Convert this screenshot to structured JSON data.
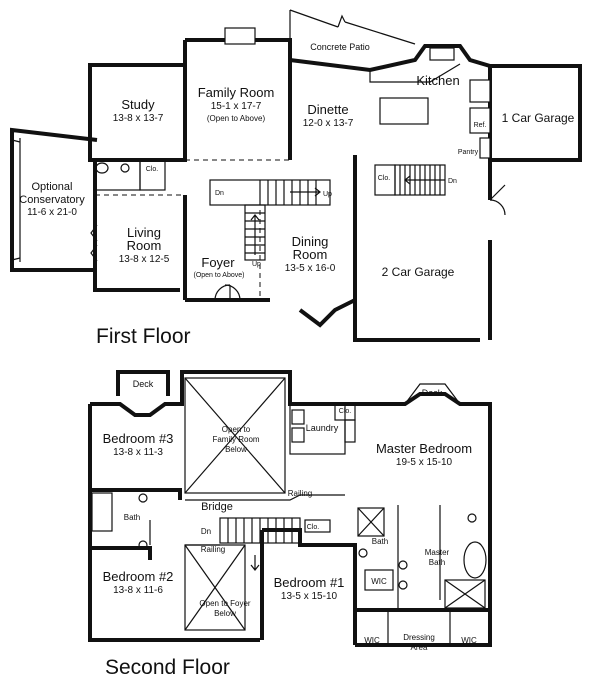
{
  "floors": {
    "first": {
      "title": "First Floor",
      "rooms": {
        "study": {
          "name": "Study",
          "dims": "13-8 x 13-7"
        },
        "family": {
          "name": "Family Room",
          "dims": "15-1 x 17-7",
          "note": "(Open to Above)"
        },
        "dinette": {
          "name": "Dinette",
          "dims": "12-0 x 13-7"
        },
        "kitchen": {
          "name": "Kitchen"
        },
        "patio": {
          "name": "Concrete Patio"
        },
        "garage1": {
          "name": "1 Car Garage"
        },
        "conservatory": {
          "line1": "Optional",
          "line2": "Conservatory",
          "dims": "11-6 x 21-0"
        },
        "living": {
          "line1": "Living",
          "line2": "Room",
          "dims": "13-8 x 12-5"
        },
        "foyer": {
          "name": "Foyer",
          "note": "(Open to Above)"
        },
        "dining": {
          "line1": "Dining",
          "line2": "Room",
          "dims": "13-5 x 16-0"
        },
        "garage2": {
          "name": "2 Car Garage"
        },
        "pantry": {
          "name": "Pantry"
        },
        "ref": {
          "name": "Ref."
        },
        "clo1": {
          "name": "Clo."
        },
        "clo2": {
          "name": "Clo."
        }
      },
      "stairs": {
        "up1": "Up",
        "up2": "Up",
        "dn1": "Dn",
        "dn2": "Dn"
      }
    },
    "second": {
      "title": "Second Floor",
      "rooms": {
        "deck1": {
          "name": "Deck"
        },
        "deck2": {
          "name": "Deck"
        },
        "bed3": {
          "name": "Bedroom #3",
          "dims": "13-8 x 11-3"
        },
        "open_family": {
          "line1": "Open to",
          "line2": "Family Room",
          "line3": "Below"
        },
        "laundry": {
          "name": "Laundry"
        },
        "clo3": {
          "name": "Clo."
        },
        "master": {
          "name": "Master Bedroom",
          "dims": "19-5 x 15-10"
        },
        "bath": {
          "name": "Bath"
        },
        "bridge": {
          "name": "Bridge"
        },
        "railing1": {
          "name": "Railing"
        },
        "railing2": {
          "name": "Railing"
        },
        "dn": {
          "name": "Dn"
        },
        "clo4": {
          "name": "Clo."
        },
        "bath2": {
          "name": "Bath"
        },
        "master_bath": {
          "line1": "Master",
          "line2": "Bath"
        },
        "bed2": {
          "name": "Bedroom #2",
          "dims": "13-8 x 11-6"
        },
        "open_foyer": {
          "line1": "Open to Foyer",
          "line2": "Below"
        },
        "bed1": {
          "name": "Bedroom #1",
          "dims": "13-5 x 15-10"
        },
        "wic1": {
          "name": "WIC"
        },
        "wic2": {
          "name": "WIC"
        },
        "wic3": {
          "name": "WIC"
        },
        "dressing": {
          "line1": "Dressing",
          "line2": "Area"
        }
      }
    }
  }
}
